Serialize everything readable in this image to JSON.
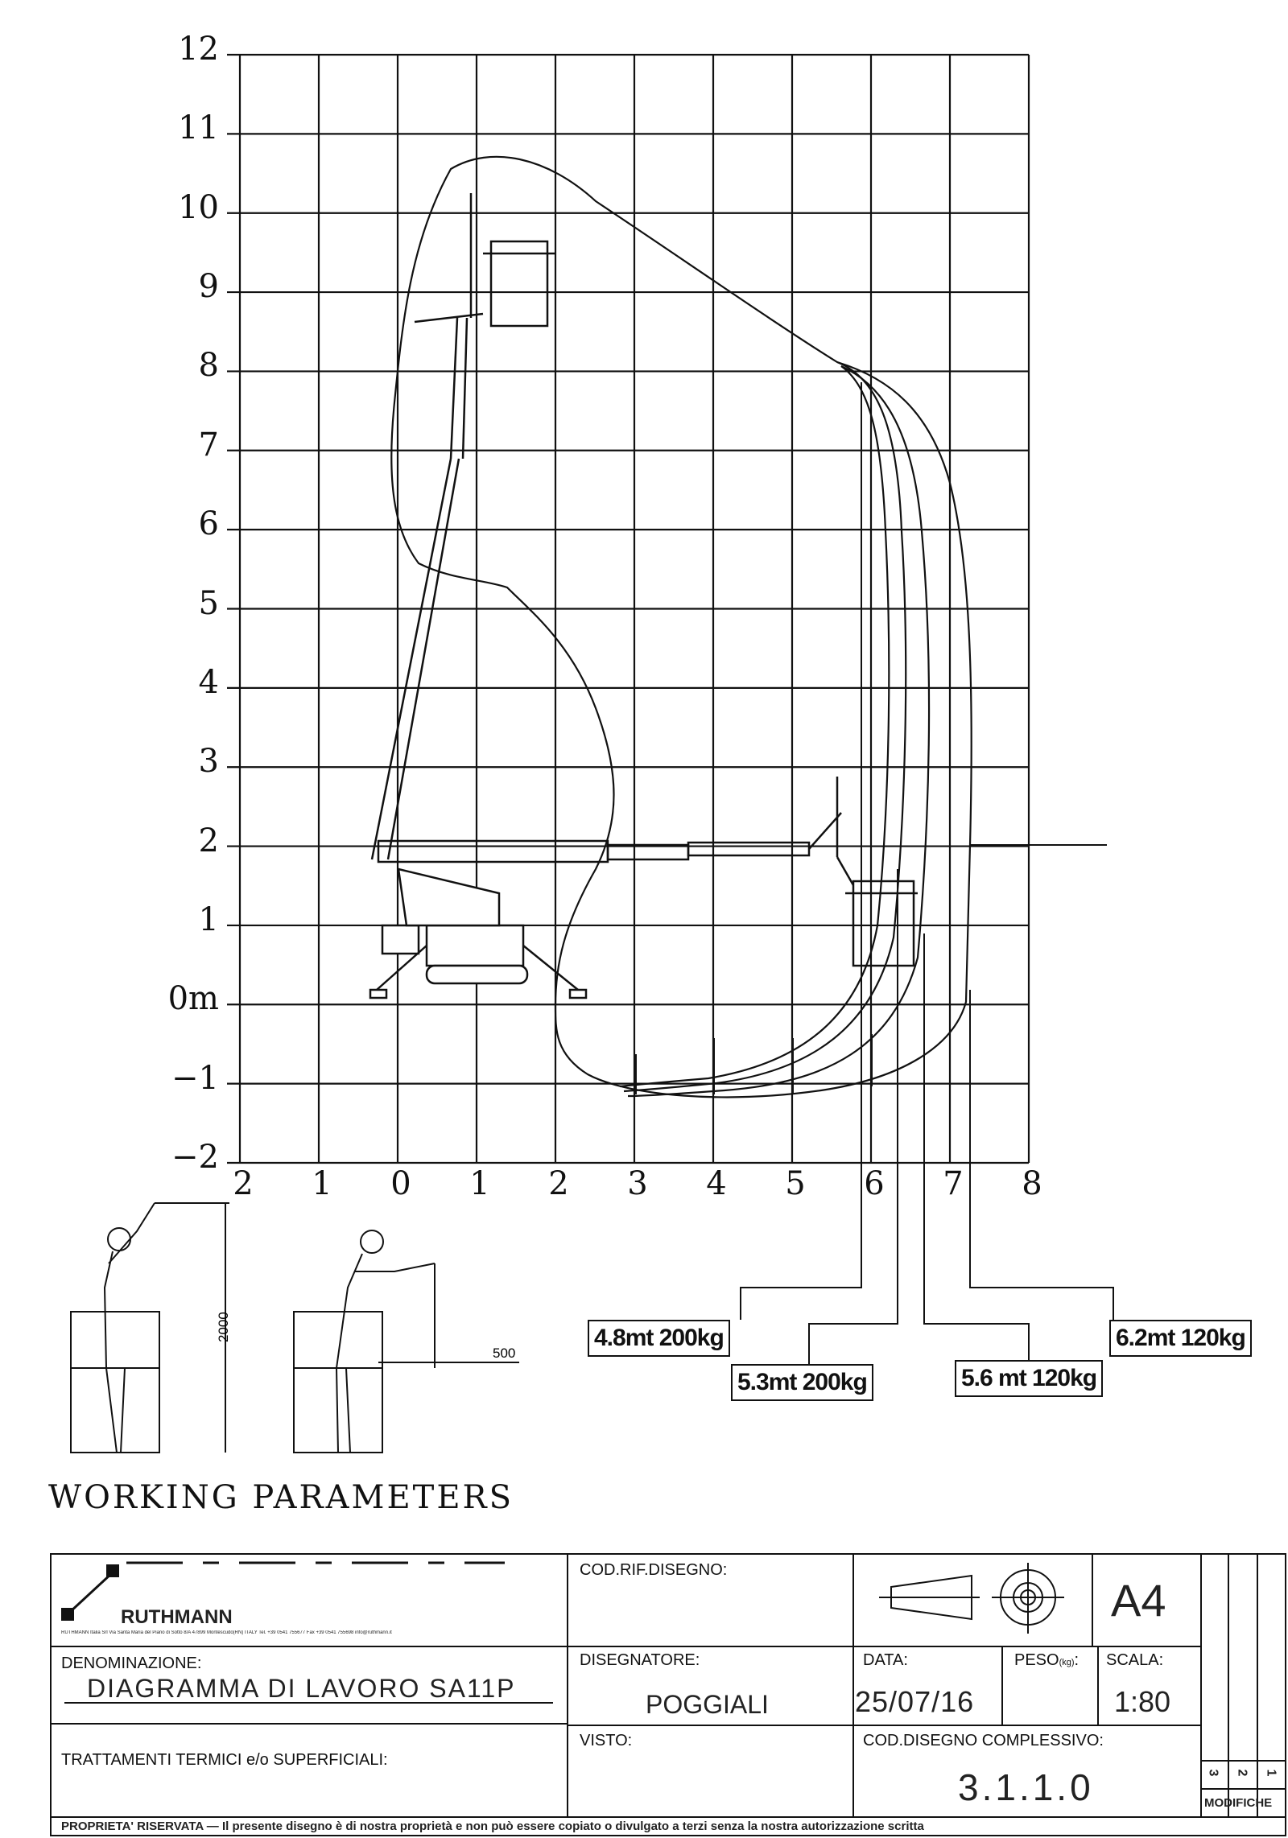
{
  "chart_data": {
    "type": "diagram",
    "y_ticks": [
      "12",
      "11",
      "10",
      "9",
      "8",
      "7",
      "6",
      "5",
      "4",
      "3",
      "2",
      "1",
      "0m",
      "−1",
      "−2"
    ],
    "x_ticks": [
      "2",
      "1",
      "0",
      "1",
      "2",
      "3",
      "4",
      "5",
      "6",
      "7",
      "8"
    ],
    "dimension_height": "2000",
    "dimension_reach": "500",
    "load_labels": [
      "4.8mt 200kg",
      "5.3mt 200kg",
      "5.6 mt 120kg",
      "6.2mt 120kg"
    ]
  },
  "section_title": "WORKING PARAMETERS",
  "titleblock": {
    "brand": "RUTHMANN",
    "company_line": "RUTHMANN Italia Srl  Via Santa Maria del Piano di Sotto 8/A 47899 Montescudo(RN) ITALY  Tel. +39 0541 755677 Fax +39 0541 755698 info@ruthmann.it",
    "cod_rif_label": "COD.RIF.DISEGNO:",
    "format": "A4",
    "denominazione_label": "DENOMINAZIONE:",
    "denominazione_value": "DIAGRAMMA DI LAVORO SA11P",
    "disegnatore_label": "DISEGNATORE:",
    "disegnatore_value": "POGGIALI",
    "data_label": "DATA:",
    "data_value": "25/07/16",
    "peso_label": "PESO",
    "peso_unit": "(kg)",
    "peso_colon": ":",
    "scala_label": "SCALA:",
    "scala_value": "1:80",
    "visto_label": "VISTO:",
    "cod_complessivo_label": "COD.DISEGNO COMPLESSIVO:",
    "cod_complessivo_value": "3.1.1.0",
    "trattamenti_label": "TRATTAMENTI TERMICI e/o SUPERFICIALI:",
    "revisions": [
      "3",
      "2",
      "1"
    ],
    "modifiche_label": "MODIFICHE",
    "footer": "PROPRIETA' RISERVATA — Il presente disegno è di nostra proprietà e non può essere copiato o divulgato a terzi senza la nostra autorizzazione scritta"
  }
}
